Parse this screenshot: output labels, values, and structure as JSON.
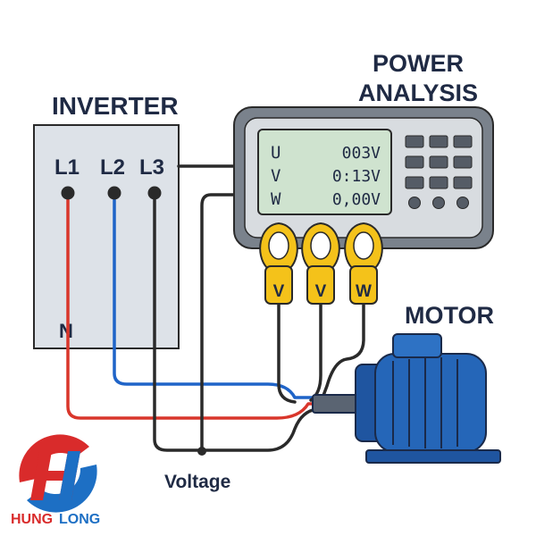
{
  "titles": {
    "inverter": "INVERTER",
    "power_line1": "POWER",
    "power_line2": "ANALYSIS",
    "motor": "MOTOR",
    "voltage": "Voltage"
  },
  "inverter": {
    "terminals": [
      "L1",
      "L2",
      "L3"
    ],
    "neutral": "N"
  },
  "display": {
    "rows": [
      {
        "phase": "U",
        "reading": "003V"
      },
      {
        "phase": "V",
        "reading": "0:13V"
      },
      {
        "phase": "W",
        "reading": "0,00V"
      }
    ]
  },
  "clamps": [
    "V",
    "V",
    "W"
  ],
  "logo": {
    "text_a": "HUNG",
    "text_b": "LONG"
  },
  "colors": {
    "wire_red": "#d9362b",
    "wire_blue": "#1f64c8",
    "wire_black": "#2a2a2a",
    "clamp_yellow": "#f4c21a",
    "motor_blue": "#2566b8",
    "lcd_green": "#cfe3cf",
    "logo_red": "#d92b2b",
    "logo_blue": "#1d6fc4"
  }
}
